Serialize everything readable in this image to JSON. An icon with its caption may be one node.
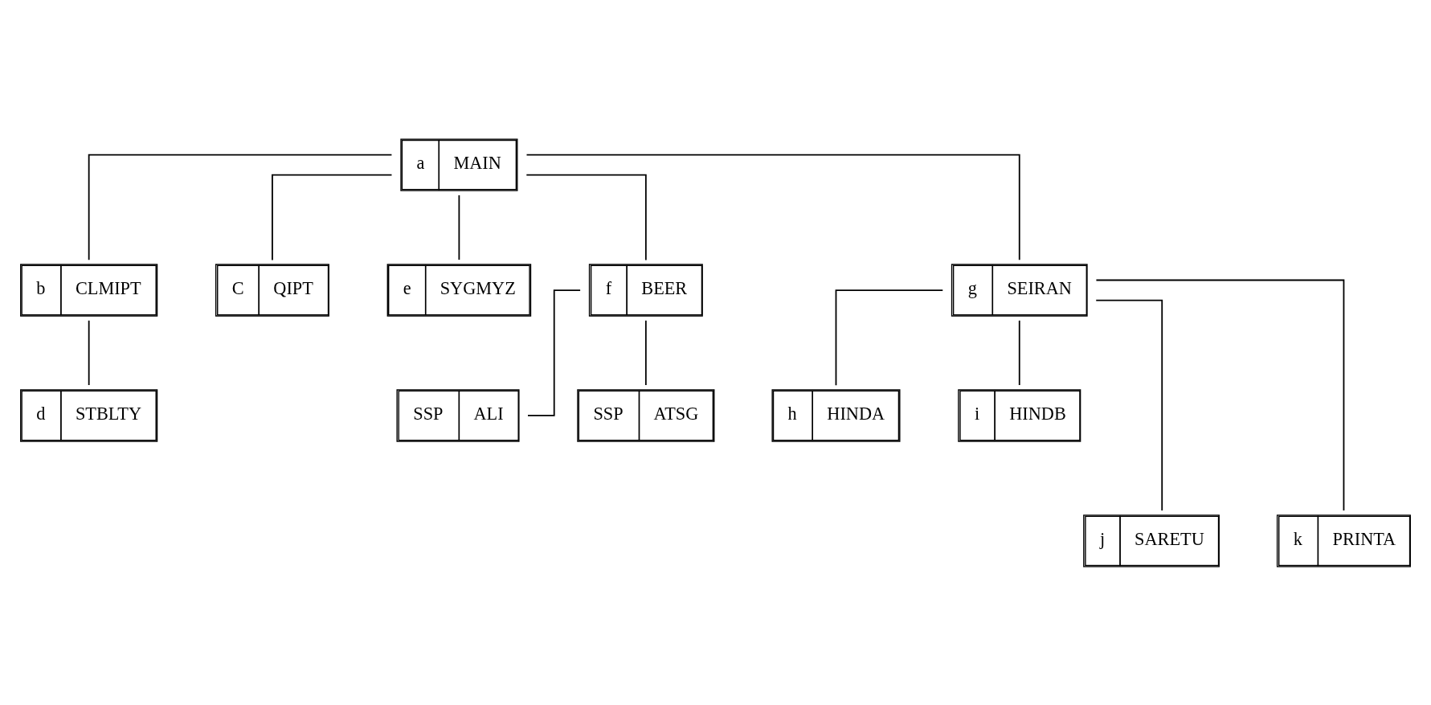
{
  "diagram": {
    "nodes": [
      {
        "text": [
          "a",
          "MAIN"
        ]
      },
      {
        "text": [
          "b",
          "CLMIPT"
        ]
      },
      {
        "text": [
          "C",
          "QIPT"
        ]
      },
      {
        "text": [
          "e",
          "SYGMYZ"
        ]
      },
      {
        "text": [
          "f",
          "BEER"
        ]
      },
      {
        "text": [
          "g",
          "SEIRAN"
        ]
      },
      {
        "text": [
          "d",
          "STBLTY"
        ]
      },
      {
        "text": [
          "SSP",
          "ALI"
        ]
      },
      {
        "text": [
          "SSP",
          "ATSG"
        ]
      },
      {
        "text": [
          "h",
          "HINDA"
        ]
      },
      {
        "text": [
          "i",
          "HINDB"
        ]
      },
      {
        "text": [
          "j",
          "SARETU"
        ]
      },
      {
        "text": [
          "k",
          "PRINTA"
        ]
      }
    ],
    "edges": [
      {
        "from": 0,
        "to": 1,
        "arrow": "none"
      },
      {
        "from": 0,
        "to": 2,
        "arrow": "none"
      },
      {
        "from": 0,
        "to": 3,
        "arrow": "none"
      },
      {
        "from": 0,
        "to": 4,
        "arrow": "none"
      },
      {
        "from": 0,
        "to": 5,
        "arrow": "none"
      },
      {
        "from": 1,
        "to": 6,
        "arrow": "none"
      },
      {
        "from": 4,
        "to": 7,
        "arrow": "none"
      },
      {
        "from": 4,
        "to": 8,
        "arrow": "none"
      },
      {
        "from": 5,
        "to": 9,
        "arrow": "none"
      },
      {
        "from": 5,
        "to": 10,
        "arrow": "none"
      },
      {
        "from": 5,
        "to": 11,
        "arrow": "none"
      },
      {
        "from": 5,
        "to": 12,
        "arrow": "none"
      }
    ]
  }
}
